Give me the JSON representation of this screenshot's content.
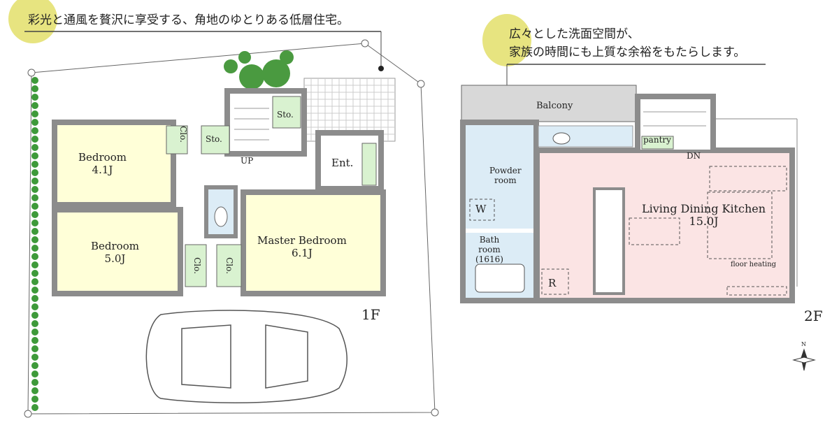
{
  "headline_1f": "彩光と通風を贅沢に享受する、角地のゆとりある低層住宅。",
  "headline_2f_line1": "広々とした洗面空間が、",
  "headline_2f_line2": "家族の時間にも上質な余裕をもたらします。",
  "floor1": {
    "label": "1F",
    "rooms": {
      "bedroom_a": "Bedroom",
      "bedroom_a_size": "4.1J",
      "bedroom_b": "Bedroom",
      "bedroom_b_size": "5.0J",
      "master": "Master Bedroom",
      "master_size": "6.1J",
      "clo1": "Clo.",
      "clo2": "Clo.",
      "clo3": "Clo.",
      "sto1": "Sto.",
      "sto2": "Sto.",
      "up": "UP",
      "ent": "Ent."
    }
  },
  "floor2": {
    "label": "2F",
    "rooms": {
      "balcony": "Balcony",
      "powder_line1": "Powder",
      "powder_line2": "room",
      "w": "W",
      "bath_line1": "Bath",
      "bath_line2": "room",
      "bath_line3": "(1616)",
      "r": "R",
      "pantry": "pantry",
      "dn": "DN",
      "ldk": "Living Dining Kitchen",
      "ldk_size": "15.0J",
      "floor_heating": "floor heating"
    }
  },
  "compass": "N",
  "colors": {
    "accent": "#e3df6a",
    "wall": "#8c8c8c",
    "ldk": "#fbe4e4",
    "wet": "#dcecf6",
    "storage": "#d9f2d0"
  }
}
